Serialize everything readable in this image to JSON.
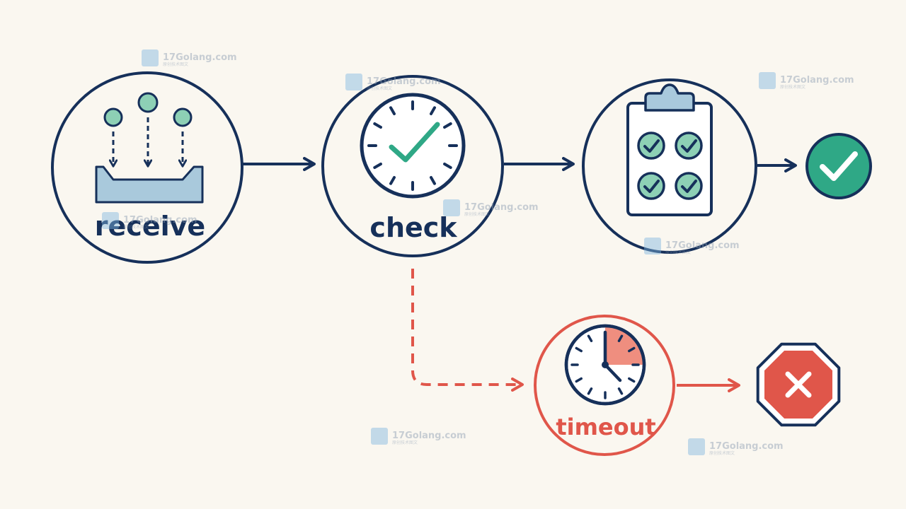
{
  "nodes": {
    "receive": {
      "label": "receive"
    },
    "check": {
      "label": "check"
    },
    "timeout": {
      "label": "timeout"
    }
  },
  "watermark": {
    "text": "17Golang.com",
    "sub": "原创技术图文"
  },
  "colors": {
    "background": "#faf7f0",
    "navy": "#16305a",
    "teal": "#2fa886",
    "teal_light": "#8dd0b5",
    "tray": "#a9c9dc",
    "red": "#e0564a",
    "red_light": "#ef8e7f"
  },
  "icons": [
    "inbox-tray-icon",
    "clock-check-icon",
    "clipboard-checklist-icon",
    "success-check-icon",
    "clock-timeout-icon",
    "error-stop-icon"
  ]
}
